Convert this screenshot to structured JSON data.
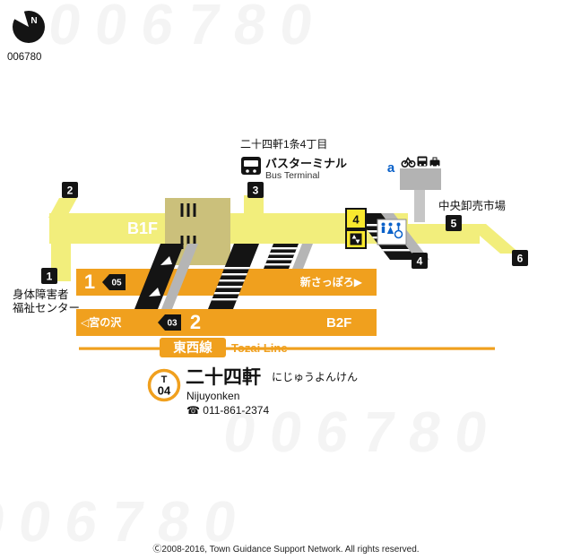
{
  "meta": {
    "map_code": "006780",
    "compass_letter": "N",
    "watermark_text": "006780",
    "copyright": "Ⓒ2008-2016, Town Guidance Support Network. All rights reserved."
  },
  "surface": {
    "address": "二十四軒1条4丁目",
    "bus_terminal_ja": "バスターミナル",
    "bus_terminal_en": "Bus Terminal",
    "market": "中央卸売市場",
    "entrance_a": "a",
    "welfare_center_line1": "身体障害者",
    "welfare_center_line2": "福祉センター"
  },
  "levels": {
    "b1f": "B1F",
    "b2f": "B2F"
  },
  "exits": {
    "exit1": "1",
    "exit2": "2",
    "exit3": "3",
    "exit4": "4",
    "exit4_elevator": "4",
    "exit5": "5",
    "exit6": "6"
  },
  "platforms": {
    "platform1": {
      "number": "1",
      "car_tag": "05",
      "direction": "新さっぽろ▶"
    },
    "platform2": {
      "number": "2",
      "car_tag": "03",
      "direction": "◁宮の沢"
    }
  },
  "line": {
    "name_ja": "東西線",
    "name_en": "Tozai Line"
  },
  "station": {
    "symbol_letter": "T",
    "symbol_number": "04",
    "name_ja": "二十四軒",
    "name_kana": "にじゅうよんけん",
    "name_en": "Nijuyonken",
    "phone": "☎ 011-861-2374"
  },
  "icons": {
    "compass": "north-compass-icon",
    "bus_terminal": "bus-icon",
    "ground_transport": [
      "bicycle-icon",
      "bus-icon",
      "taxi-icon"
    ],
    "elevator": "elevator-icon",
    "accessible_toilet": "restroom-wheelchair-icon",
    "ticket_gate": "gate-bars-icon",
    "stairs": "stairs-hatch-icon"
  },
  "colors": {
    "corridor_yellow": "#f2ee7c",
    "hall_tan": "#cbc07b",
    "platform_orange": "#f0a01e",
    "exit_black": "#141414",
    "elevator_yellow": "#f9e82e",
    "accent_blue": "#0a61c9"
  }
}
